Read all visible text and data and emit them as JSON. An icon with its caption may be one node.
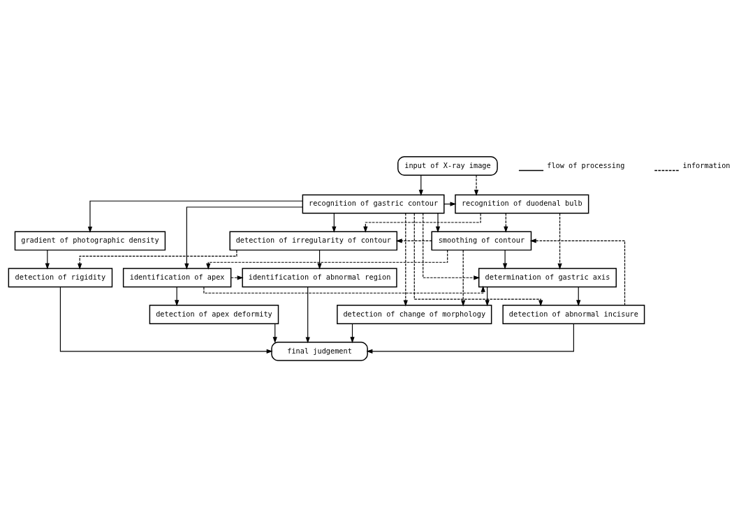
{
  "diagram": {
    "nodes": [
      {
        "text": [
          "input of X-ray image"
        ]
      },
      {
        "text": [
          "recognition of duodenal bulb"
        ]
      },
      {
        "text": [
          "recognition of gastric contour"
        ]
      },
      {
        "text": [
          "gradient of photographic density"
        ]
      },
      {
        "text": [
          "detection of irregularity of contour"
        ]
      },
      {
        "text": [
          "smoothing of contour"
        ]
      },
      {
        "text": [
          "detection of rigidity"
        ]
      },
      {
        "text": [
          "identification of abnormal region"
        ]
      },
      {
        "text": [
          "identification of apex"
        ]
      },
      {
        "text": [
          "determination of gastric axis"
        ]
      },
      {
        "text": [
          "detection of apex deformity"
        ]
      },
      {
        "text": [
          "detection of change of morphology"
        ]
      },
      {
        "text": [
          "detection of abnormal incisure"
        ]
      },
      {
        "text": [
          "final judgement"
        ]
      }
    ],
    "edges": [
      {
        "from": 0,
        "to": 2,
        "arrow": "to"
      },
      {
        "from": 0,
        "to": 1,
        "arrow": "to",
        "style": "dashed"
      },
      {
        "from": 2,
        "to": 1,
        "arrow": "to"
      },
      {
        "from": 2,
        "to": 3,
        "arrow": "to"
      },
      {
        "from": 2,
        "to": 4,
        "arrow": "to"
      },
      {
        "from": 2,
        "to": 8,
        "arrow": "to"
      },
      {
        "from": 2,
        "to": 5,
        "arrow": "to"
      },
      {
        "from": 2,
        "to": 9,
        "arrow": "to",
        "style": "dashed"
      },
      {
        "from": 2,
        "to": 11,
        "arrow": "to",
        "style": "dashed"
      },
      {
        "from": 2,
        "to": 12,
        "arrow": "to",
        "style": "dashed"
      },
      {
        "from": 1,
        "to": 4,
        "arrow": "to",
        "style": "dashed"
      },
      {
        "from": 1,
        "to": 5,
        "arrow": "to",
        "style": "dashed"
      },
      {
        "from": 1,
        "to": 9,
        "arrow": "to",
        "style": "dashed"
      },
      {
        "from": 12,
        "to": 5,
        "arrow": "to",
        "style": "dashed"
      },
      {
        "from": 5,
        "to": 4,
        "arrow": "to",
        "style": "dashed"
      },
      {
        "from": 3,
        "to": 6,
        "arrow": "to"
      },
      {
        "from": 4,
        "to": 6,
        "arrow": "to",
        "style": "dashed"
      },
      {
        "from": 4,
        "to": 7,
        "arrow": "to"
      },
      {
        "from": 8,
        "to": 7,
        "arrow": "to",
        "style": "dashed"
      },
      {
        "from": 5,
        "to": 8,
        "arrow": "to",
        "style": "dashed"
      },
      {
        "from": 5,
        "to": 9,
        "arrow": "to"
      },
      {
        "from": 8,
        "to": 9,
        "arrow": "to",
        "style": "dashed"
      },
      {
        "from": 5,
        "to": 11,
        "arrow": "to",
        "style": "dashed"
      },
      {
        "from": 8,
        "to": 10,
        "arrow": "to"
      },
      {
        "from": 9,
        "to": 11,
        "arrow": "to"
      },
      {
        "from": 9,
        "to": 12,
        "arrow": "to"
      },
      {
        "from": 6,
        "to": 13,
        "arrow": "to"
      },
      {
        "from": 7,
        "to": 13,
        "arrow": "to"
      },
      {
        "from": 10,
        "to": 13,
        "arrow": "to"
      },
      {
        "from": 11,
        "to": 13,
        "arrow": "to"
      },
      {
        "from": 12,
        "to": 13,
        "arrow": "to"
      }
    ],
    "legend": [
      {
        "text": "flow of processing"
      },
      {
        "text": "information"
      }
    ]
  }
}
